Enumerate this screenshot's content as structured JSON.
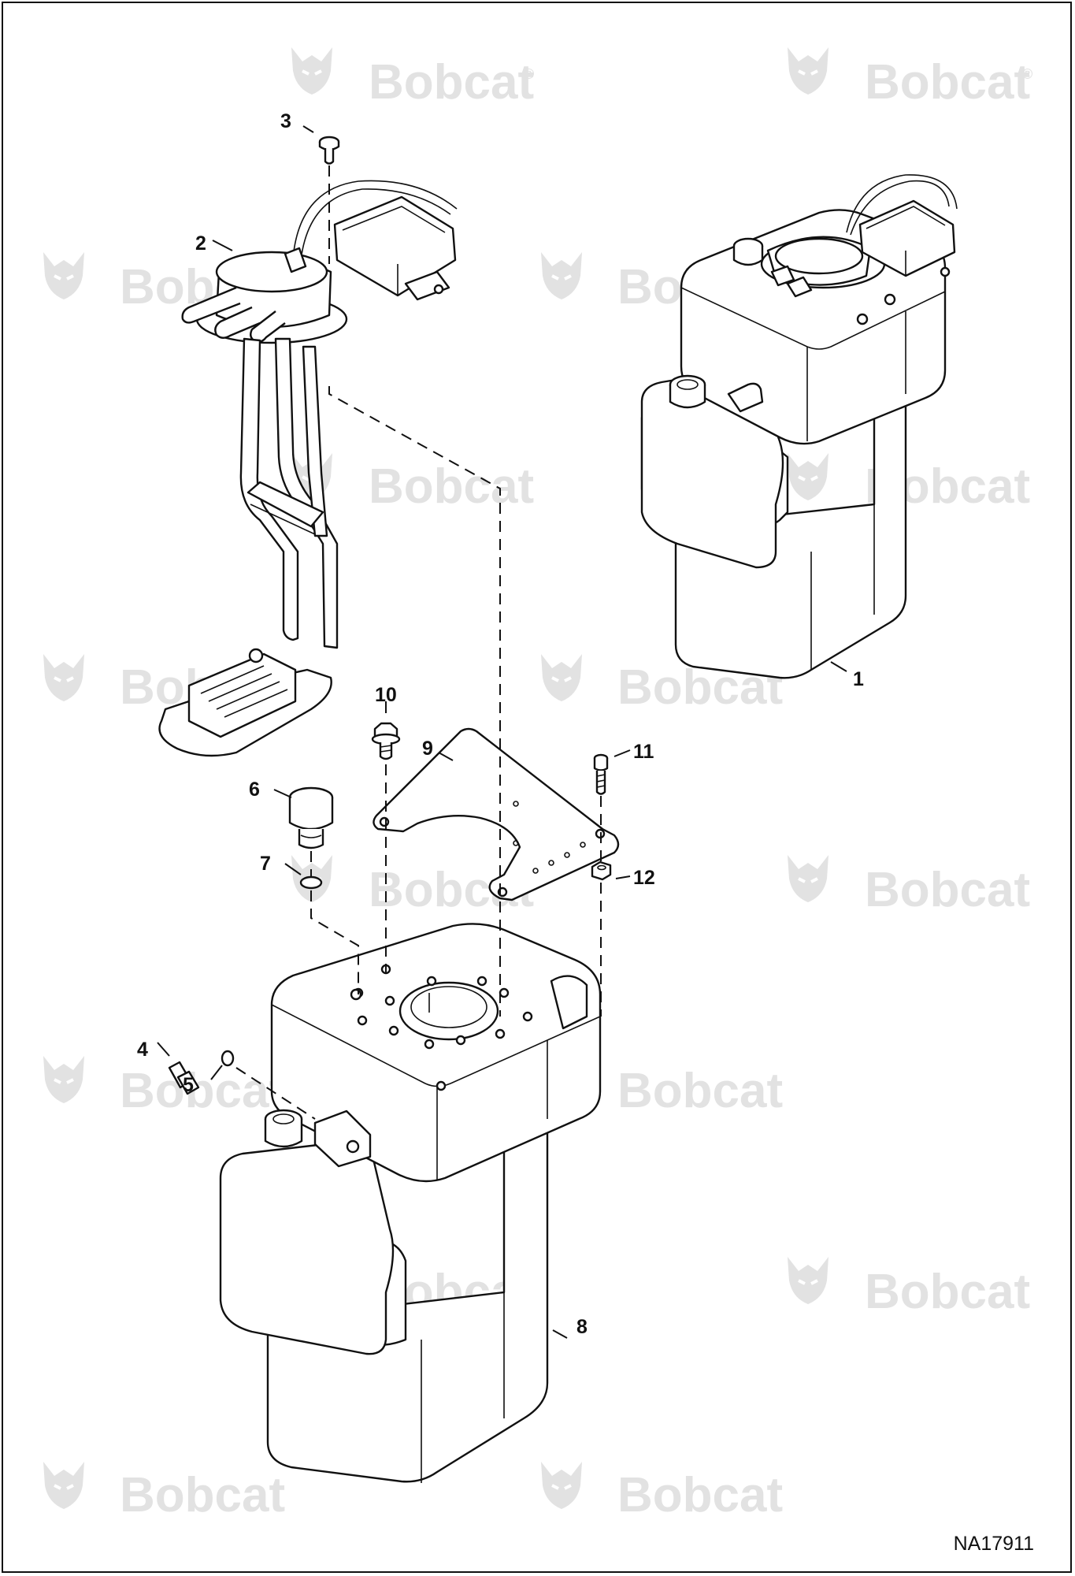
{
  "watermark": {
    "brand": "Bobcat",
    "mark": "®"
  },
  "callouts": [
    "1",
    "2",
    "3",
    "4",
    "5",
    "6",
    "7",
    "8",
    "9",
    "10",
    "11",
    "12"
  ],
  "figure_id": "NA17911",
  "colors": {
    "line": "#111111",
    "watermark": "#e2e2e2",
    "background": "#ffffff"
  }
}
